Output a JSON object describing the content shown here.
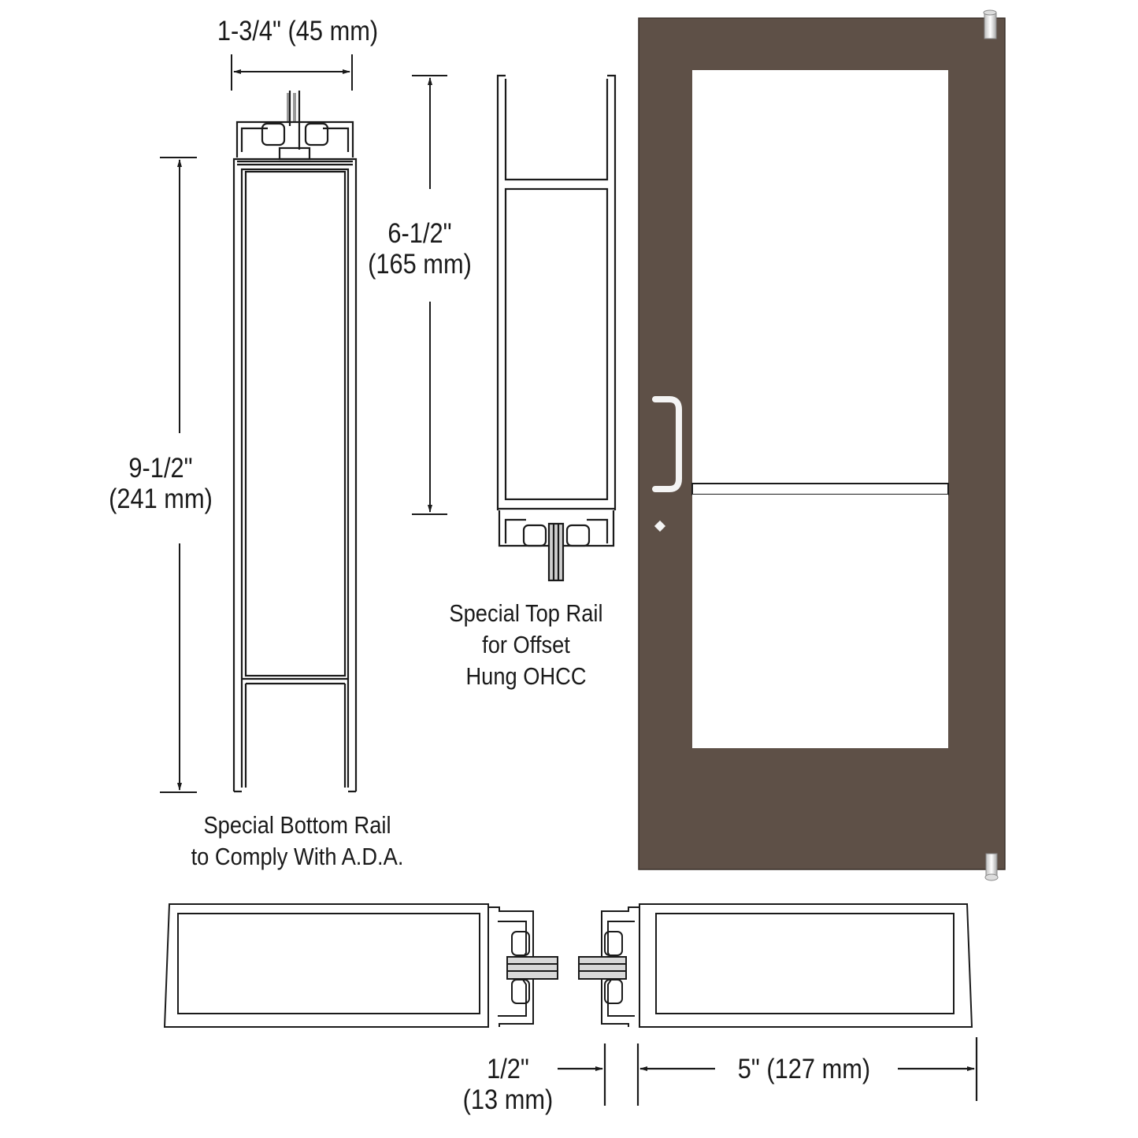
{
  "diagram": {
    "subject": "Aluminum storefront door with special top and bottom rails",
    "colors": {
      "door_finish": "#5e5047",
      "line": "#1a1a1a",
      "glass": "#ffffff",
      "hardware": "#f4f4f4"
    },
    "dimensions": {
      "top_width": {
        "imperial": "1-3/4\"",
        "metric": "(45 mm)",
        "label": "1-3/4\" (45 mm)"
      },
      "bottom_rail_height": {
        "imperial": "9-1/2\"",
        "metric": "(241 mm)"
      },
      "top_rail_height": {
        "imperial": "6-1/2\"",
        "metric": "(165 mm)"
      },
      "stile_gap": {
        "imperial": "1/2\"",
        "metric": "(13 mm)"
      },
      "stile_width": {
        "label": "5\" (127 mm)"
      }
    },
    "captions": {
      "bottom_rail": [
        "Special Bottom Rail",
        "to Comply With A.D.A."
      ],
      "top_rail": [
        "Special Top Rail",
        "for Offset",
        "Hung OHCC"
      ]
    },
    "views": [
      {
        "name": "Bottom rail section",
        "type": "vertical-section"
      },
      {
        "name": "Top rail section",
        "type": "vertical-section"
      },
      {
        "name": "Door elevation",
        "type": "elevation",
        "features": [
          "pull handle",
          "lock cylinder",
          "mid rail",
          "top pivot",
          "bottom pivot"
        ]
      },
      {
        "name": "Stile plan section",
        "type": "horizontal-section"
      }
    ]
  }
}
